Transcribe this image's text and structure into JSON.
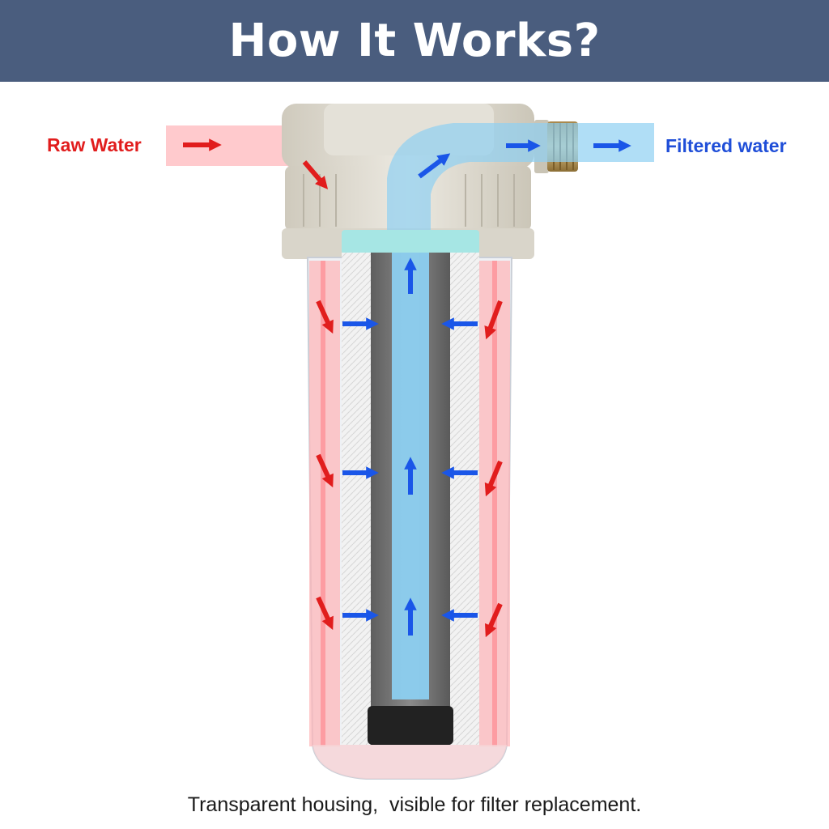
{
  "header": {
    "title": "How It Works?"
  },
  "labels": {
    "raw_water": "Raw Water",
    "filtered_water": "Filtered water"
  },
  "caption": "Transparent housing,  visible for filter replacement.",
  "colors": {
    "banner": "#4a5d7e",
    "raw_water_text": "#e11d1d",
    "filtered_water_text": "#1f4ed8",
    "raw_arrow": "#e11d1d",
    "filtered_arrow": "#1a56e8"
  },
  "icons": {
    "raw_flow": "red-arrow-icon",
    "filtered_flow": "blue-arrow-icon"
  }
}
